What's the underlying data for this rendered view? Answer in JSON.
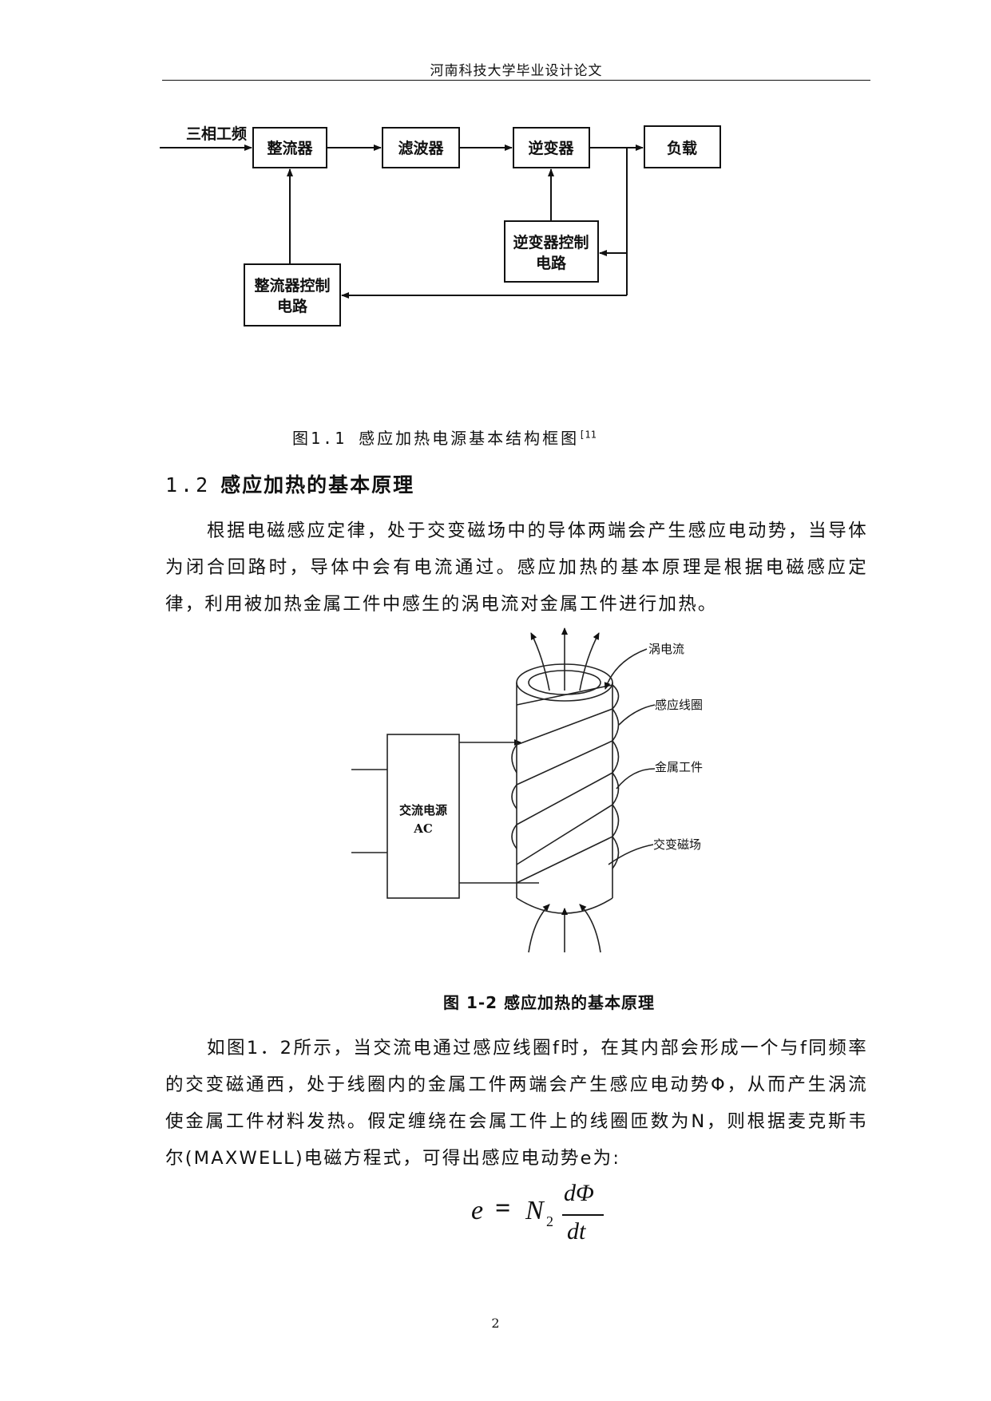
{
  "header": {
    "running_title": "河南科技大学毕业设计论文"
  },
  "figure1": {
    "input_label": "三相工频",
    "blocks": {
      "rectifier": "整流器",
      "filter": "滤波器",
      "inverter": "逆变器",
      "load": "负载",
      "inverter_control_line1": "逆变器控制",
      "inverter_control_line2": "电路",
      "rectifier_control_line1": "整流器控制",
      "rectifier_control_line2": "电路"
    },
    "caption": "图1.1 感应加热电源基本结构框图",
    "caption_ref": "[11"
  },
  "section": {
    "number": "1.2",
    "title": "感应加热的基本原理"
  },
  "paragraph1": "根据电磁感应定律，处于交变磁场中的导体两端会产生感应电动势，当导体为闭合回路时，导体中会有电流通过。感应加热的基本原理是根据电磁感应定律，利用被加热金属工件中感生的涡电流对金属工件进行加热。",
  "figure2": {
    "source_line1": "交流电源",
    "source_line2": "AC",
    "labels": {
      "eddy_current": "涡电流",
      "induction_coil": "感应线圈",
      "metal_workpiece": "金属工件",
      "alternating_field": "交变磁场"
    },
    "caption": "图 1-2 感应加热的基本原理"
  },
  "paragraph2": "如图1．2所示，当交流电通过感应线圈f时，在其内部会形成一个与f同频率的交变磁通西，处于线圈内的金属工件两端会产生感应电动势Φ，从而产生涡流使金属工件材料发热。假定缠绕在会属工件上的线圈匝数为N，则根据麦克斯韦尔(MAXWELL)电磁方程式，可得出感应电动势e为:",
  "equation": {
    "lhs": "e",
    "equals": "=",
    "coef": "N",
    "coef_sub": "2",
    "numerator": "dΦ",
    "denominator": "dt"
  },
  "page_number": "2"
}
